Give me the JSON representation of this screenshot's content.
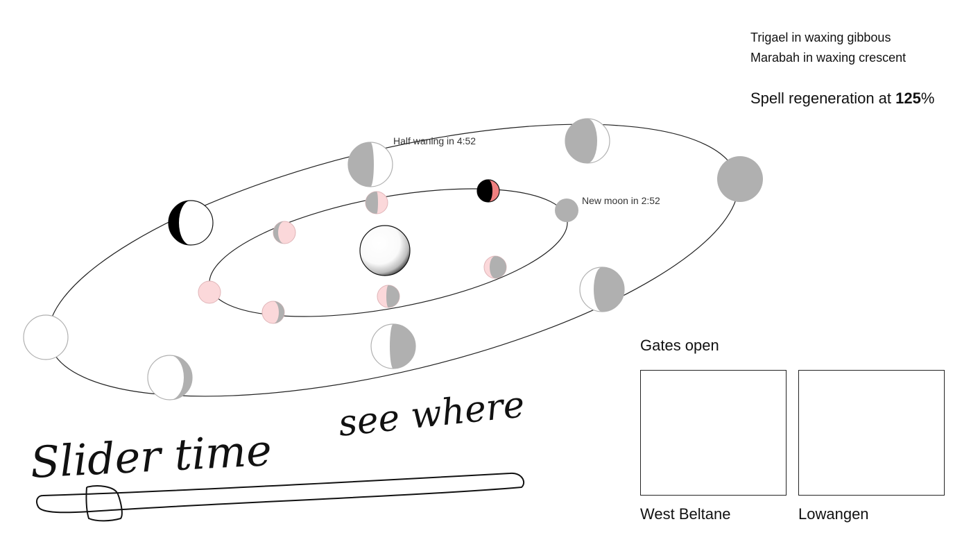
{
  "status": {
    "moon1": "Trigael in waxing gibbous",
    "moon2": "Marabah in waxing crescent",
    "regen_prefix": "Spell regeneration at ",
    "regen_value": "125",
    "regen_suffix": "%"
  },
  "orbit_labels": {
    "outer": "Half waning in 4:52",
    "inner": "New moon in 2:52"
  },
  "gates": {
    "title": "Gates open",
    "items": [
      {
        "label": "West Beltane"
      },
      {
        "label": "Lowangen"
      }
    ]
  },
  "sketch": {
    "line1": "Slider time",
    "line2": "see where"
  },
  "colors": {
    "shadow": "#b0b0b0",
    "inner_moon_lit": "#fbd8da",
    "current_inner_moon": "#f08080",
    "dark": "#000000",
    "orbit": "#222222"
  }
}
